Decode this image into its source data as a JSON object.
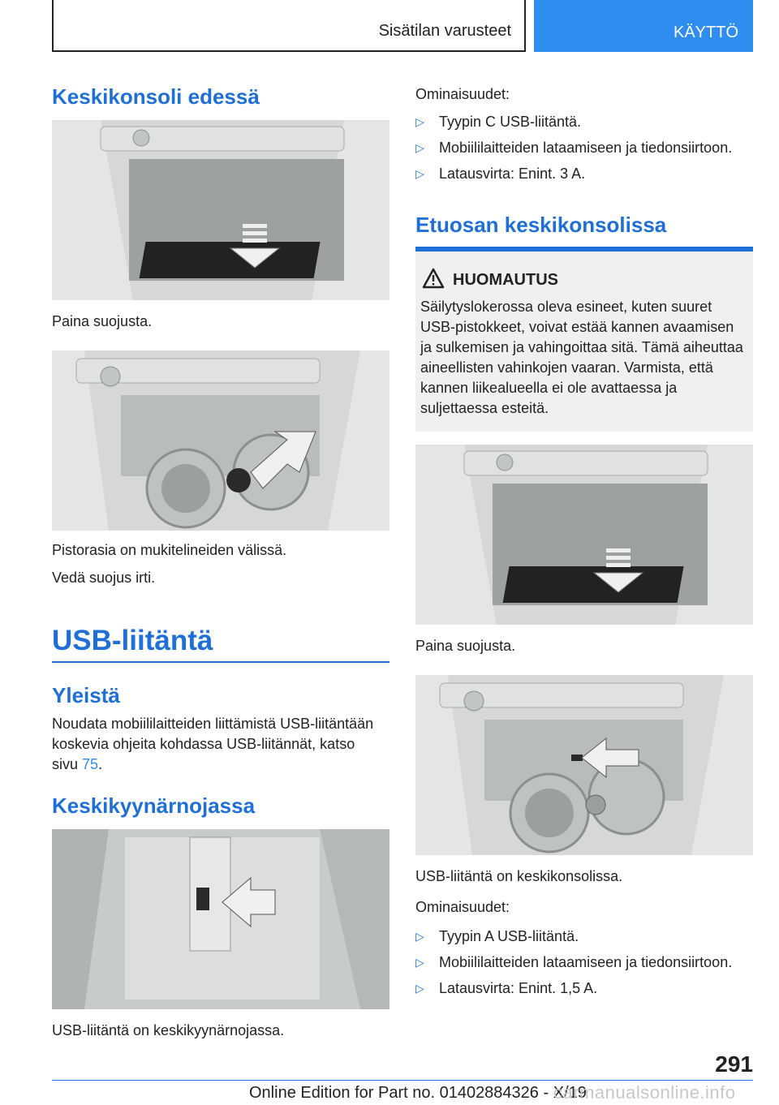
{
  "header": {
    "section": "Sisätilan varusteet",
    "chapter": "KÄYTTÖ"
  },
  "left": {
    "h_front_console": "Keskikonsoli edessä",
    "caption1": "Paina suojusta.",
    "caption2a": "Pistorasia on mukitelineiden välissä.",
    "caption2b": "Vedä suojus irti.",
    "h_usb": "USB-liitäntä",
    "h_general": "Yleistä",
    "general_text": "Noudata mobiililaitteiden liittämistä USB-liitän­tään koskevia ohjeita kohdassa USB-liitännät, katso sivu",
    "general_link": "75",
    "h_armrest": "Keskikyynärnojassa",
    "caption3": "USB-liitäntä on keskikyynärnojassa."
  },
  "right": {
    "features_label": "Ominaisuudet:",
    "features1": [
      "Tyypin C USB-liitäntä.",
      "Mobiililaitteiden lataamiseen ja tiedonsiirtoon.",
      "Latausvirta: Enint. 3 A."
    ],
    "h_front": "Etuosan keskikonsolissa",
    "notice": {
      "title": "HUOMAUTUS",
      "body": "Säilytyslokerossa oleva esineet, kuten suuret USB-pistokkeet, voivat estää kannen avaami­sen ja sulkemisen ja vahingoittaa sitä. Tämä ai­heuttaa aineellisten vahinkojen vaaran. Var­mista, että kannen liikealueella ei ole avattaessa ja suljettaessa esteitä."
    },
    "caption4": "Paina suojusta.",
    "caption5": "USB-liitäntä on keskikonsolissa.",
    "features_label2": "Ominaisuudet:",
    "features2": [
      "Tyypin A USB-liitäntä.",
      "Mobiililaitteiden lataamiseen ja tiedonsiirtoon.",
      "Latausvirta: Enint. 1,5 A."
    ]
  },
  "footer": {
    "page_number": "291",
    "edition": "Online Edition for Part no. 01402884326 - X/19",
    "watermark": "carmanualsonline.info"
  },
  "colors": {
    "accent": "#1f6fd8",
    "chapter_tab": "#2f8df0"
  }
}
